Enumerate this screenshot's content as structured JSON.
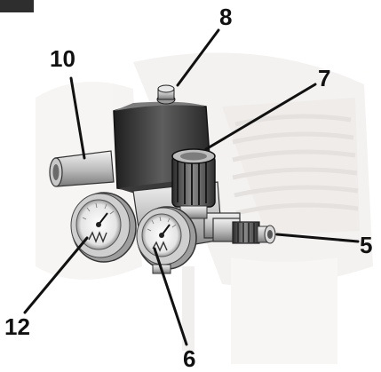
{
  "callouts": {
    "c8": "8",
    "c10": "10",
    "c7": "7",
    "c5": "5",
    "c12": "12",
    "c6": "6"
  },
  "colors": {
    "body_dark": "#2b2b2b",
    "body_mid": "#5a5a5a",
    "metal_light": "#d9d9d9",
    "background_ghost": "#e9e6e3"
  }
}
